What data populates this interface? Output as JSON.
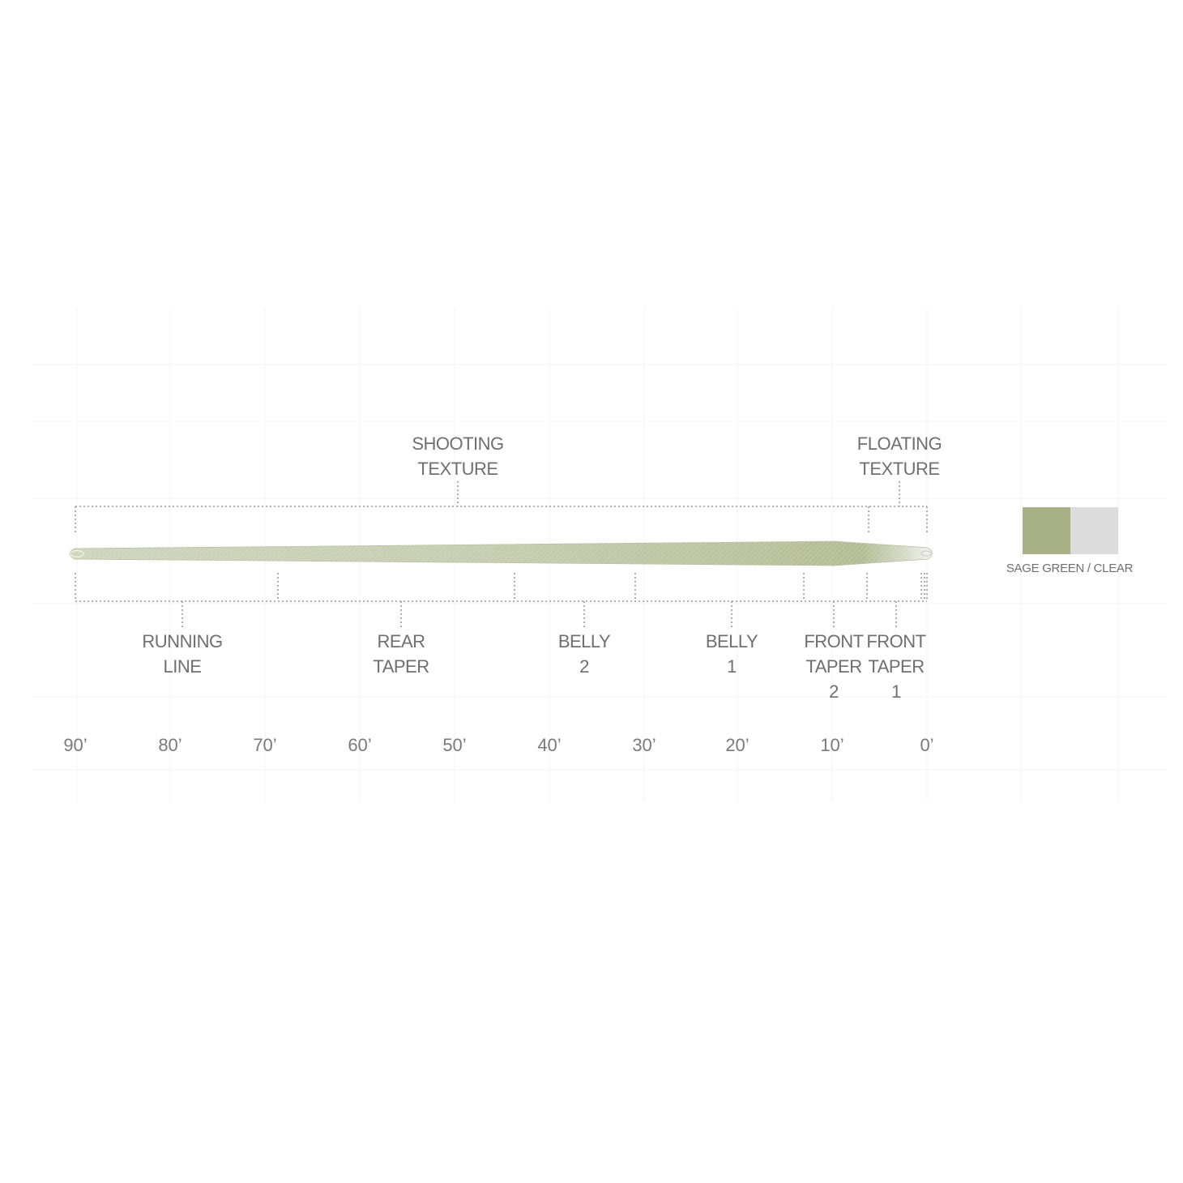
{
  "top_labels": {
    "shooting_texture": [
      "SHOOTING",
      "TEXTURE"
    ],
    "floating_texture": [
      "FLOATING",
      "TEXTURE"
    ]
  },
  "sections": [
    {
      "lines": [
        "RUNNING",
        "LINE"
      ]
    },
    {
      "lines": [
        "REAR",
        "TAPER"
      ]
    },
    {
      "lines": [
        "BELLY",
        "2"
      ]
    },
    {
      "lines": [
        "BELLY",
        "1"
      ]
    },
    {
      "lines": [
        "FRONT",
        "TAPER",
        "2"
      ]
    },
    {
      "lines": [
        "FRONT",
        "TAPER",
        "1"
      ]
    }
  ],
  "distance_scale": [
    "90’",
    "80’",
    "70’",
    "60’",
    "50’",
    "40’",
    "30’",
    "20’",
    "10’",
    "0’"
  ],
  "color_legend": {
    "label": "SAGE GREEN / CLEAR",
    "colors": [
      "#a7b086",
      "#dcdcdc"
    ]
  }
}
